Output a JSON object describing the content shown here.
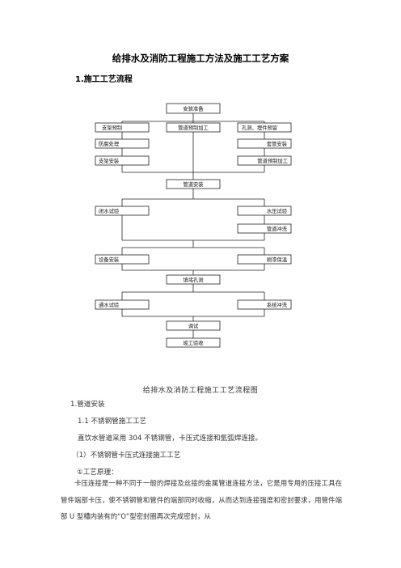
{
  "doc": {
    "title": "给排水及消防工程施工方法及施工工艺方案",
    "section_title": "1.施工工艺流程",
    "caption": "给排水及消防工程施工工艺流程图",
    "h1": "1.管道安装",
    "h2": "1.1 不锈钢管施工工艺",
    "p1": "直饮水管道采用 304 不锈钢管，卡压式连接和氩弧焊连接。",
    "h3": "（1）不锈钢管卡压式连接施工工艺",
    "h4": "①工艺原理：",
    "p2": "卡压连接是一种不同于一般的焊接及丝接的金属管道连接方法，它是用专用的压接工具在管件端部卡压，使不锈钢管和管件的端部同时收缩，从而达到连接强度和密封要求，用管件端部 U 型槽内装有的“O”型密封圈再次完成密封，从"
  },
  "flow": {
    "n01": "安装准备",
    "n02": "支架预制",
    "n03": "管道预制加工",
    "n04": "孔洞、埋件预留",
    "n05": "防腐处理",
    "n06": "套管安装",
    "n07": "支架安装",
    "n08": "管道预制加工",
    "n09": "管道安装",
    "n10": "闭水试验",
    "n11": "水压试验",
    "n12": "管道冲洗",
    "n13": "设备安装",
    "n14": "刷漆保温",
    "n15": "填堵孔洞",
    "n16": "通水试验",
    "n17": "系统冲洗",
    "n18": "调试",
    "n19": "竣工验收"
  }
}
